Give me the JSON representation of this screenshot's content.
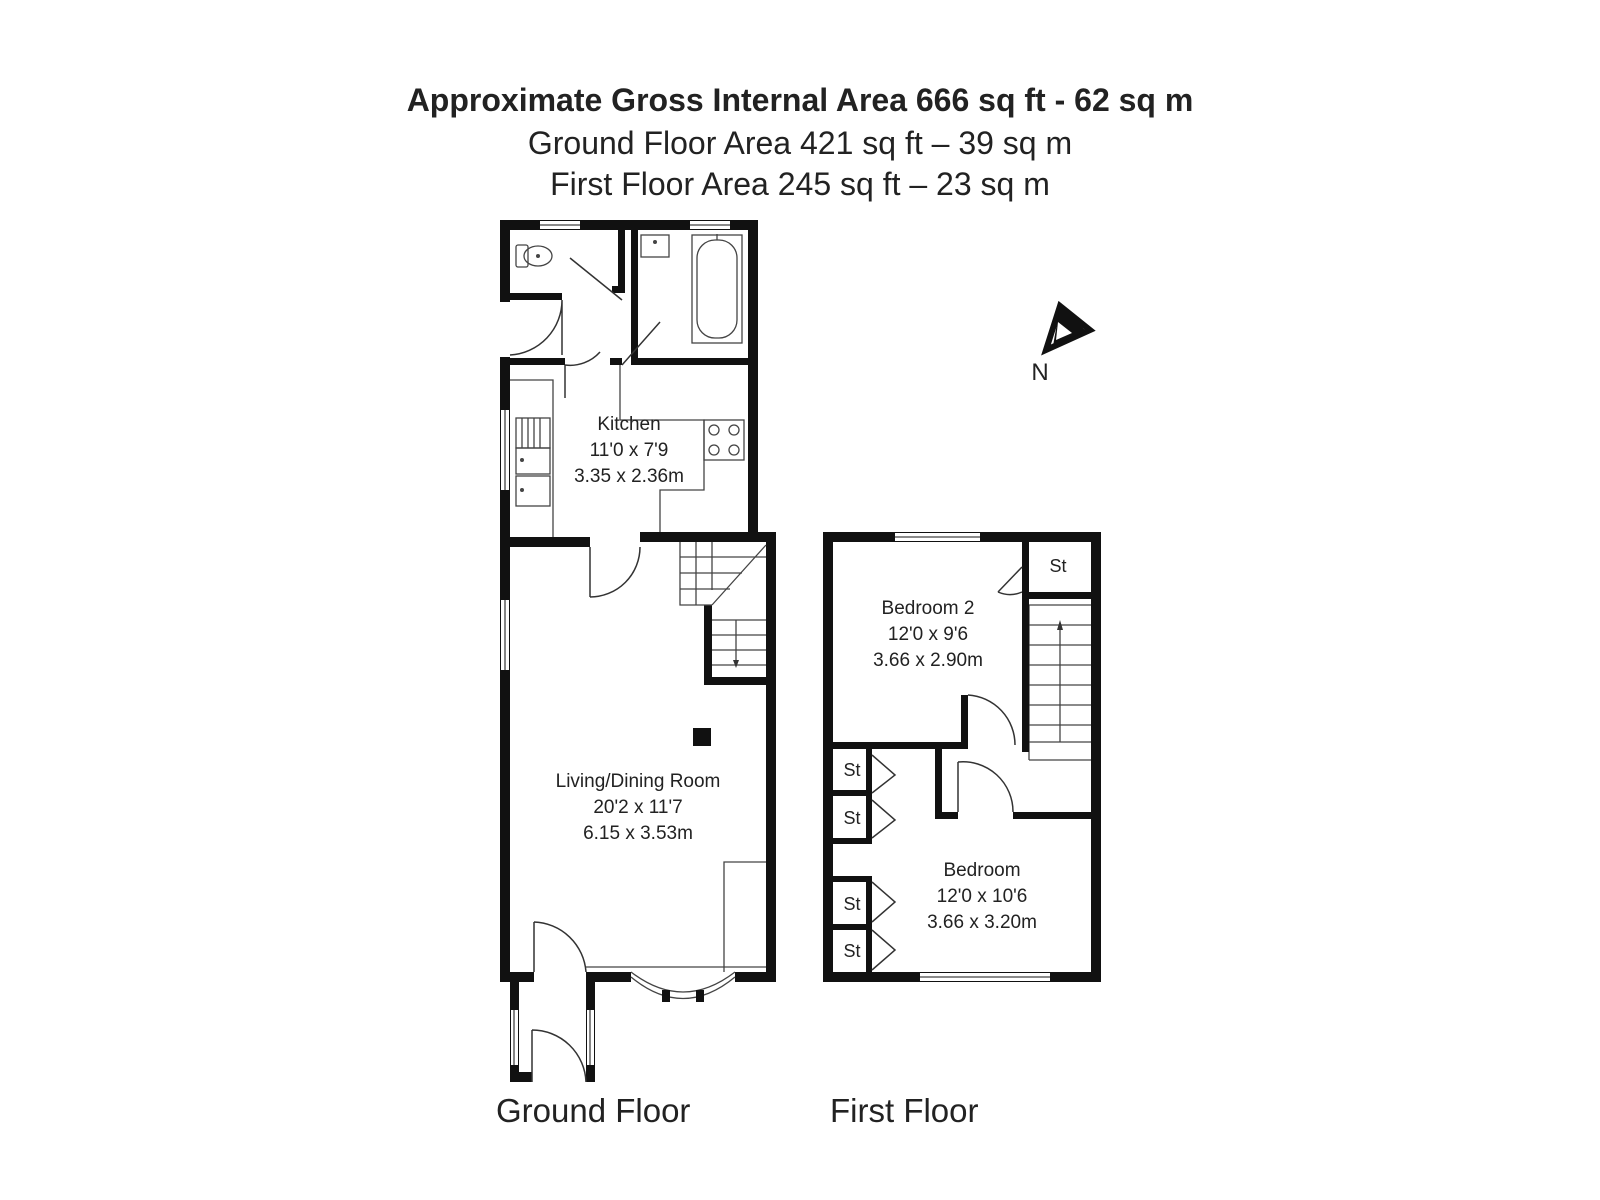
{
  "header": {
    "total_area": "Approximate Gross Internal Area 666 sq ft - 62 sq m",
    "ground_area": "Ground Floor Area 421 sq ft – 39 sq m",
    "first_area": "First Floor Area 245 sq ft – 23 sq m"
  },
  "compass": {
    "label": "N"
  },
  "floors": {
    "ground": {
      "label": "Ground Floor"
    },
    "first": {
      "label": "First Floor"
    }
  },
  "rooms": {
    "kitchen": {
      "name": "Kitchen",
      "imperial": "11'0 x 7'9",
      "metric": "3.35 x 2.36m"
    },
    "living": {
      "name": "Living/Dining Room",
      "imperial": "20'2 x 11'7",
      "metric": "6.15 x 3.53m"
    },
    "bedroom2": {
      "name": "Bedroom 2",
      "imperial": "12'0 x 9'6",
      "metric": "3.66 x 2.90m"
    },
    "bedroom": {
      "name": "Bedroom",
      "imperial": "12'0 x 10'6",
      "metric": "3.66 x 3.20m"
    }
  },
  "storage": {
    "label": "St"
  }
}
